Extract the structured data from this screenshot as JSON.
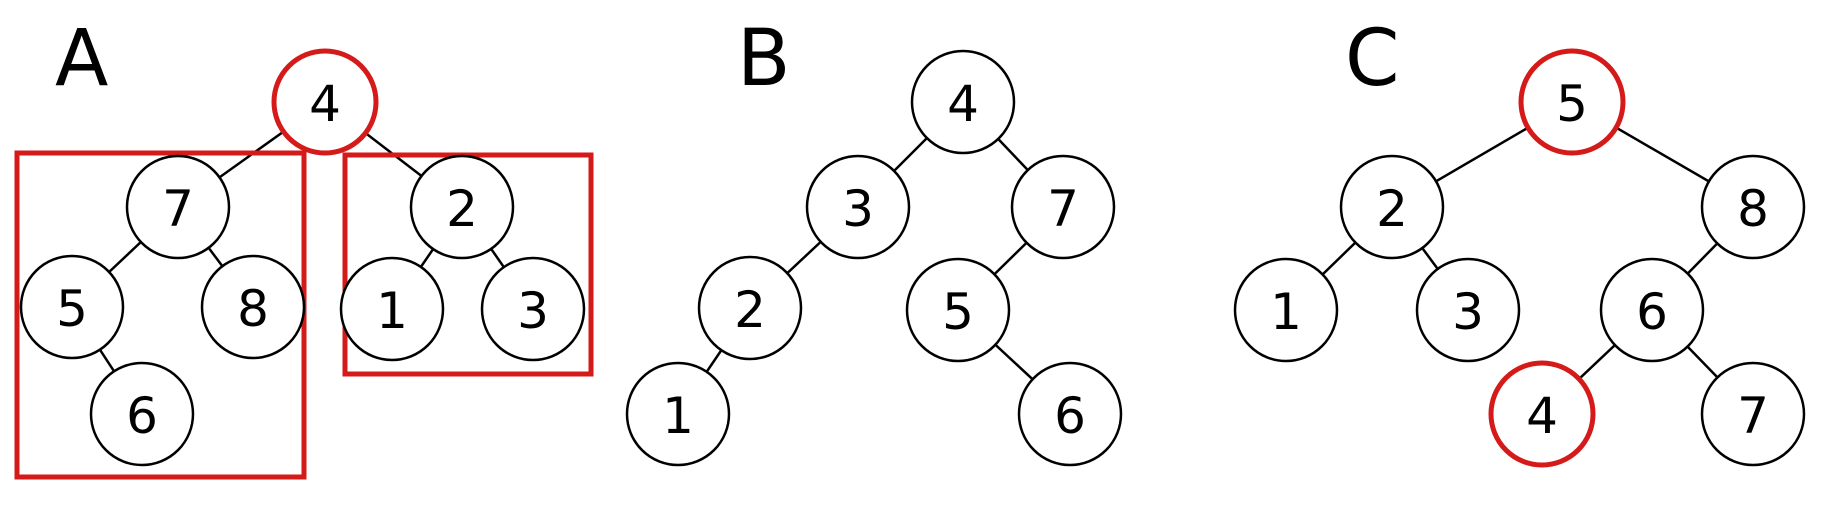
{
  "highlight_color": "#d51a1a",
  "panels": [
    {
      "label": "A",
      "nodes": [
        {
          "id": "a4",
          "value": "4",
          "highlight": true
        },
        {
          "id": "a7",
          "value": "7"
        },
        {
          "id": "a2",
          "value": "2"
        },
        {
          "id": "a5",
          "value": "5"
        },
        {
          "id": "a8",
          "value": "8"
        },
        {
          "id": "a6",
          "value": "6"
        },
        {
          "id": "a1",
          "value": "1"
        },
        {
          "id": "a3",
          "value": "3"
        }
      ],
      "edges": [
        [
          "a4",
          "a7"
        ],
        [
          "a4",
          "a2"
        ],
        [
          "a7",
          "a5"
        ],
        [
          "a7",
          "a8"
        ],
        [
          "a5",
          "a6"
        ],
        [
          "a2",
          "a1"
        ],
        [
          "a2",
          "a3"
        ]
      ],
      "highlighted_subtrees": [
        "left-subtree",
        "right-subtree"
      ]
    },
    {
      "label": "B",
      "nodes": [
        {
          "id": "b4",
          "value": "4"
        },
        {
          "id": "b3",
          "value": "3"
        },
        {
          "id": "b7",
          "value": "7"
        },
        {
          "id": "b2",
          "value": "2"
        },
        {
          "id": "b5",
          "value": "5"
        },
        {
          "id": "b1",
          "value": "1"
        },
        {
          "id": "b6",
          "value": "6"
        }
      ],
      "edges": [
        [
          "b4",
          "b3"
        ],
        [
          "b4",
          "b7"
        ],
        [
          "b3",
          "b2"
        ],
        [
          "b2",
          "b1"
        ],
        [
          "b7",
          "b5"
        ],
        [
          "b5",
          "b6"
        ]
      ]
    },
    {
      "label": "C",
      "nodes": [
        {
          "id": "c5",
          "value": "5",
          "highlight": true
        },
        {
          "id": "c2",
          "value": "2"
        },
        {
          "id": "c8",
          "value": "8"
        },
        {
          "id": "c1",
          "value": "1"
        },
        {
          "id": "c3",
          "value": "3"
        },
        {
          "id": "c6",
          "value": "6"
        },
        {
          "id": "c4",
          "value": "4",
          "highlight": true
        },
        {
          "id": "c7",
          "value": "7"
        }
      ],
      "edges": [
        [
          "c5",
          "c2"
        ],
        [
          "c5",
          "c8"
        ],
        [
          "c2",
          "c1"
        ],
        [
          "c2",
          "c3"
        ],
        [
          "c8",
          "c6"
        ],
        [
          "c6",
          "c4"
        ],
        [
          "c6",
          "c7"
        ]
      ]
    }
  ]
}
